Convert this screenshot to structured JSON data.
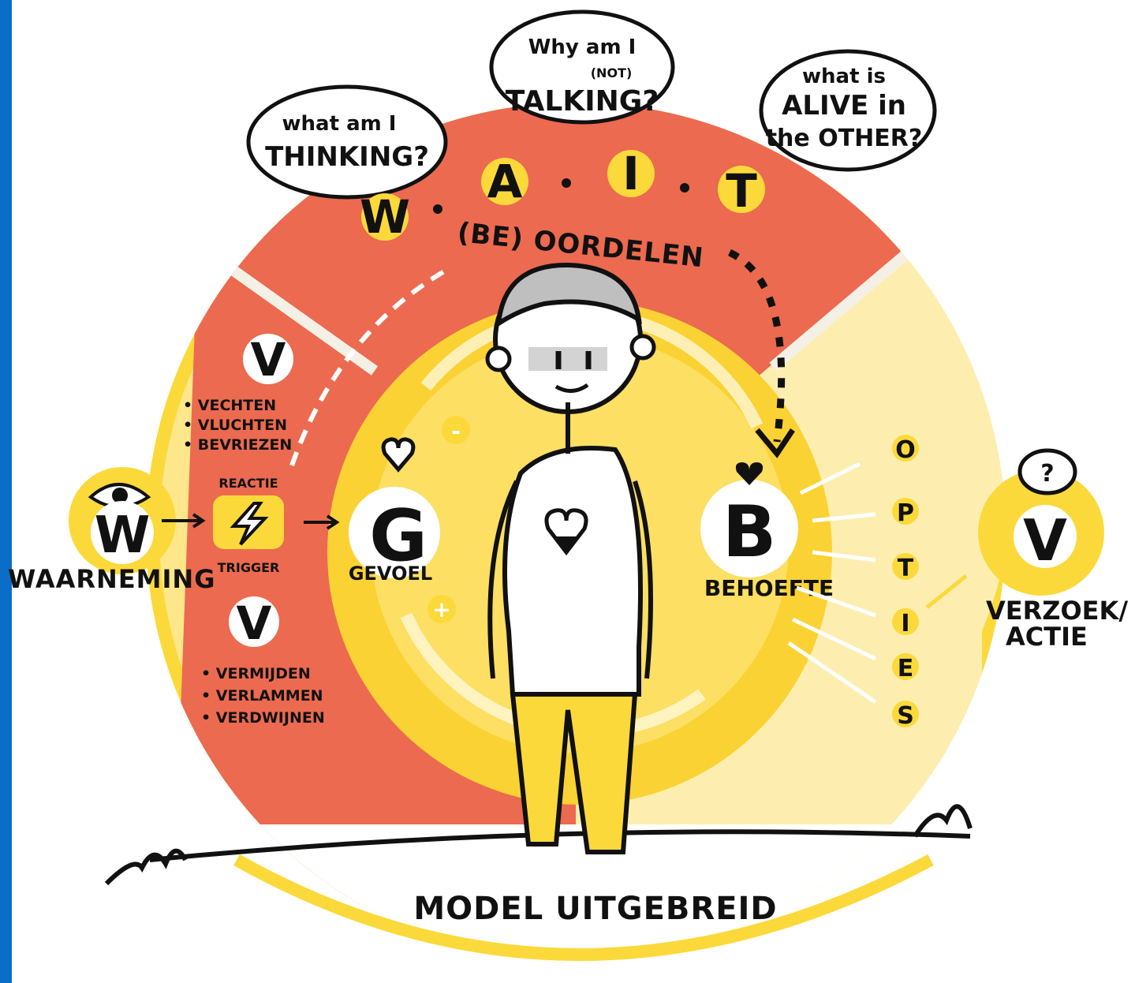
{
  "colors": {
    "side_bar": "#0a6ec8",
    "outer_ring": "#fcd93a",
    "red_section": "#ec6a4f",
    "light_section": "#fdeeb0",
    "inner_disk": "#fbd233",
    "ink": "#111111"
  },
  "bubbles": {
    "thinking": {
      "line1": "what am I",
      "line2": "THINKING?"
    },
    "talking": {
      "line1": "Why am I",
      "line2": "(NOT)",
      "line3": "TALKING?"
    },
    "alive": {
      "line1": "what is",
      "line2": "ALIVE in",
      "line3": "the OTHER?"
    }
  },
  "wait": {
    "w": "W",
    "a": "A",
    "i": "I",
    "t": "T"
  },
  "oordelen": "(BE) OORDELEN",
  "reaction_top": {
    "letter": "V",
    "items": [
      "• VECHTEN",
      "• VLUCHTEN",
      "• BEVRIEZEN"
    ]
  },
  "reaction_bottom": {
    "letter": "V",
    "items": [
      "• VERMIJDEN",
      "• VERLAMMEN",
      "• VERDWIJNEN"
    ]
  },
  "waarneming": {
    "letter": "W",
    "label": "WAARNEMING"
  },
  "trigger": {
    "top_label": "REACTIE",
    "bottom_label": "TRIGGER"
  },
  "gevoel": {
    "letter": "G",
    "label": "GEVOEL",
    "minus": "-",
    "plus": "+"
  },
  "behoefte": {
    "letter": "B",
    "label": "BEHOEFTE"
  },
  "opties": [
    "O",
    "P",
    "T",
    "I",
    "E",
    "S"
  ],
  "verzoek": {
    "letter": "V",
    "label_line1": "VERZOEK/",
    "label_line2": "ACTIE",
    "question": "?"
  },
  "footer": "MODEL UITGEBREID",
  "icons": [
    "eye-icon",
    "lightning-icon",
    "heart-icon",
    "question-bubble-icon"
  ]
}
